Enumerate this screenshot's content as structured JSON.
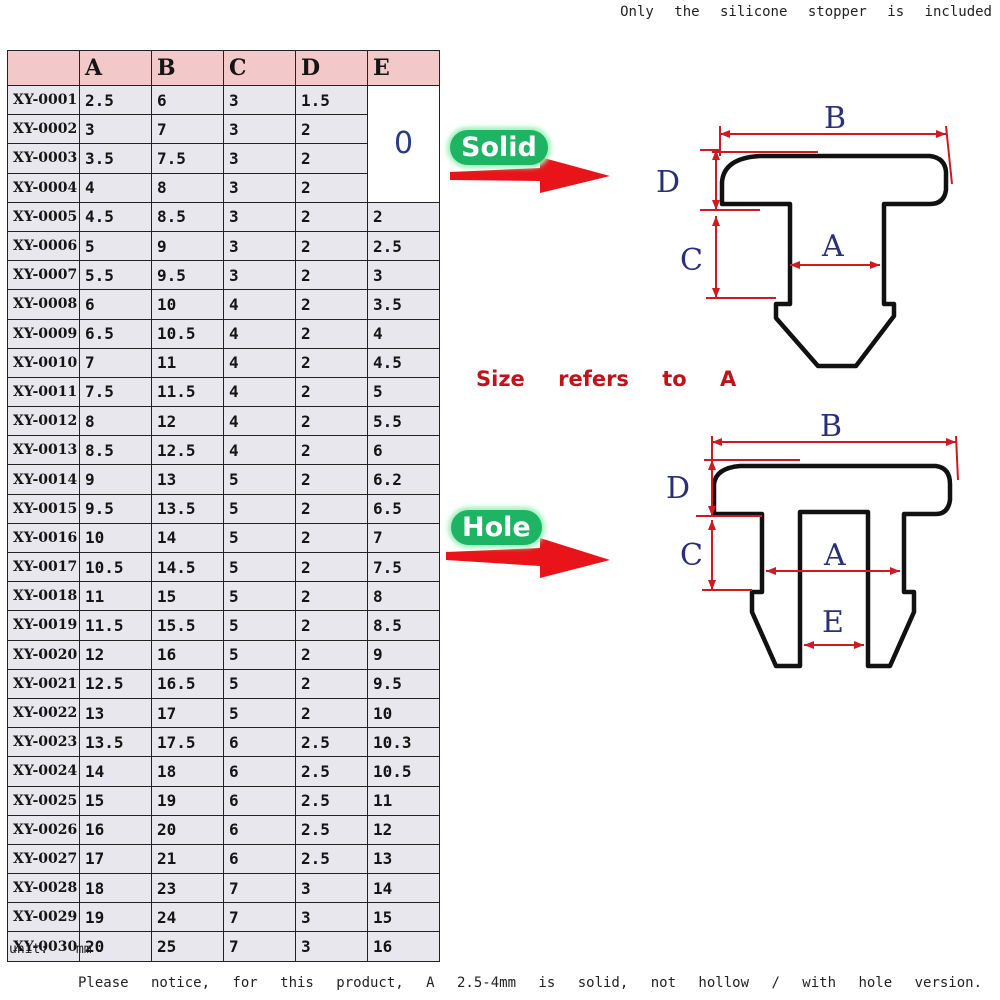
{
  "note_top": "Only the silicone stopper is included",
  "table": {
    "columns": [
      "",
      "A",
      "B",
      "C",
      "D",
      "E"
    ],
    "rows": [
      [
        "XY-0001",
        "2.5",
        "6",
        "3",
        "1.5",
        ""
      ],
      [
        "XY-0002",
        "3",
        "7",
        "3",
        "2",
        ""
      ],
      [
        "XY-0003",
        "3.5",
        "7.5",
        "3",
        "2",
        ""
      ],
      [
        "XY-0004",
        "4",
        "8",
        "3",
        "2",
        ""
      ],
      [
        "XY-0005",
        "4.5",
        "8.5",
        "3",
        "2",
        "2"
      ],
      [
        "XY-0006",
        "5",
        "9",
        "3",
        "2",
        "2.5"
      ],
      [
        "XY-0007",
        "5.5",
        "9.5",
        "3",
        "2",
        "3"
      ],
      [
        "XY-0008",
        "6",
        "10",
        "4",
        "2",
        "3.5"
      ],
      [
        "XY-0009",
        "6.5",
        "10.5",
        "4",
        "2",
        "4"
      ],
      [
        "XY-0010",
        "7",
        "11",
        "4",
        "2",
        "4.5"
      ],
      [
        "XY-0011",
        "7.5",
        "11.5",
        "4",
        "2",
        "5"
      ],
      [
        "XY-0012",
        "8",
        "12",
        "4",
        "2",
        "5.5"
      ],
      [
        "XY-0013",
        "8.5",
        "12.5",
        "4",
        "2",
        "6"
      ],
      [
        "XY-0014",
        "9",
        "13",
        "5",
        "2",
        "6.2"
      ],
      [
        "XY-0015",
        "9.5",
        "13.5",
        "5",
        "2",
        "6.5"
      ],
      [
        "XY-0016",
        "10",
        "14",
        "5",
        "2",
        "7"
      ],
      [
        "XY-0017",
        "10.5",
        "14.5",
        "5",
        "2",
        "7.5"
      ],
      [
        "XY-0018",
        "11",
        "15",
        "5",
        "2",
        "8"
      ],
      [
        "XY-0019",
        "11.5",
        "15.5",
        "5",
        "2",
        "8.5"
      ],
      [
        "XY-0020",
        "12",
        "16",
        "5",
        "2",
        "9"
      ],
      [
        "XY-0021",
        "12.5",
        "16.5",
        "5",
        "2",
        "9.5"
      ],
      [
        "XY-0022",
        "13",
        "17",
        "5",
        "2",
        "10"
      ],
      [
        "XY-0023",
        "13.5",
        "17.5",
        "6",
        "2.5",
        "10.3"
      ],
      [
        "XY-0024",
        "14",
        "18",
        "6",
        "2.5",
        "10.5"
      ],
      [
        "XY-0025",
        "15",
        "19",
        "6",
        "2.5",
        "11"
      ],
      [
        "XY-0026",
        "16",
        "20",
        "6",
        "2.5",
        "12"
      ],
      [
        "XY-0027",
        "17",
        "21",
        "6",
        "2.5",
        "13"
      ],
      [
        "XY-0028",
        "18",
        "23",
        "7",
        "3",
        "14"
      ],
      [
        "XY-0029",
        "19",
        "24",
        "7",
        "3",
        "15"
      ],
      [
        "XY-0030",
        "20",
        "25",
        "7",
        "3",
        "16"
      ]
    ],
    "e_merged_value": "0"
  },
  "unit_label": "unit:",
  "unit_value": "mm",
  "bottom_note": "Please notice, for this product, A 2.5-4mm is solid, not hollow / with hole version.",
  "size_note": "Size refers to A",
  "labels": {
    "solid": "Solid",
    "hole": "Hole"
  },
  "dimension_letters": {
    "a": "A",
    "b": "B",
    "c": "C",
    "d": "D",
    "e": "E"
  },
  "colors": {
    "arrow_red": "#e8141a",
    "pill_green": "#1db564",
    "header_pink": "#f2c8c8",
    "cell_gray": "#e7e7ed",
    "letter_blue": "#2a2f7a",
    "note_red": "#c0141a"
  },
  "icons": {
    "arrow": "right-arrow-icon"
  }
}
